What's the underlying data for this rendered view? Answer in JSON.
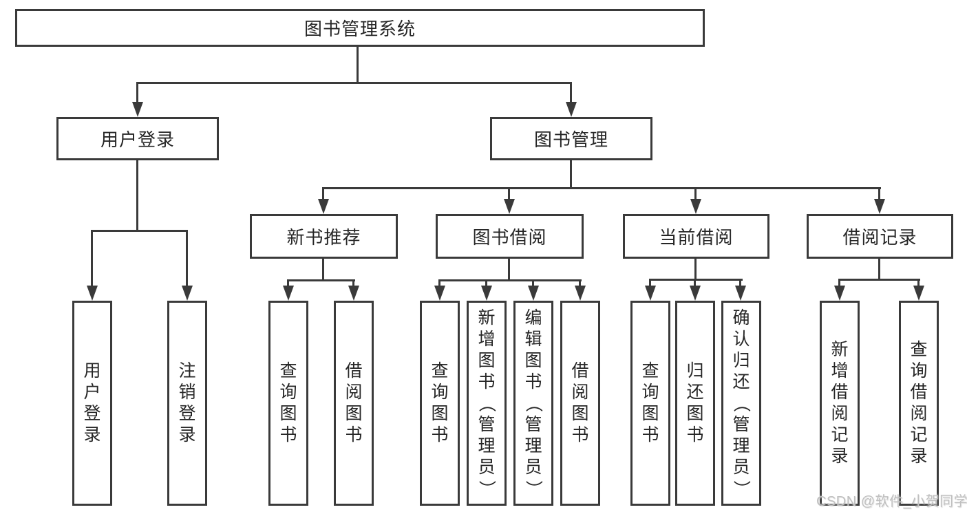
{
  "diagram": {
    "root": "图书管理系统",
    "branches": {
      "user_login": "用户登录",
      "book_mgmt": "图书管理"
    },
    "groups": {
      "new_books": "新书推荐",
      "book_borrow": "图书借阅",
      "current_borrow": "当前借阅",
      "borrow_records": "借阅记录"
    },
    "leaves": {
      "user_login_1": "用户登录",
      "user_login_2": "注销登录",
      "new_books_1": "查询图书",
      "new_books_2": "借阅图书",
      "book_borrow_1": "查询图书",
      "book_borrow_2": "新增图书（管理员）",
      "book_borrow_3": "编辑图书（管理员）",
      "book_borrow_4": "借阅图书",
      "current_borrow_1": "查询图书",
      "current_borrow_2": "归还图书",
      "current_borrow_3": "确认归还（管理员）",
      "borrow_records_1": "新增借阅记录",
      "borrow_records_2": "查询借阅记录"
    }
  },
  "watermark": "CSDN @软件_小贺同学",
  "colors": {
    "line": "#3a3a3a",
    "text": "#262626",
    "watermark": "#c0c0c0",
    "background": "#ffffff"
  }
}
